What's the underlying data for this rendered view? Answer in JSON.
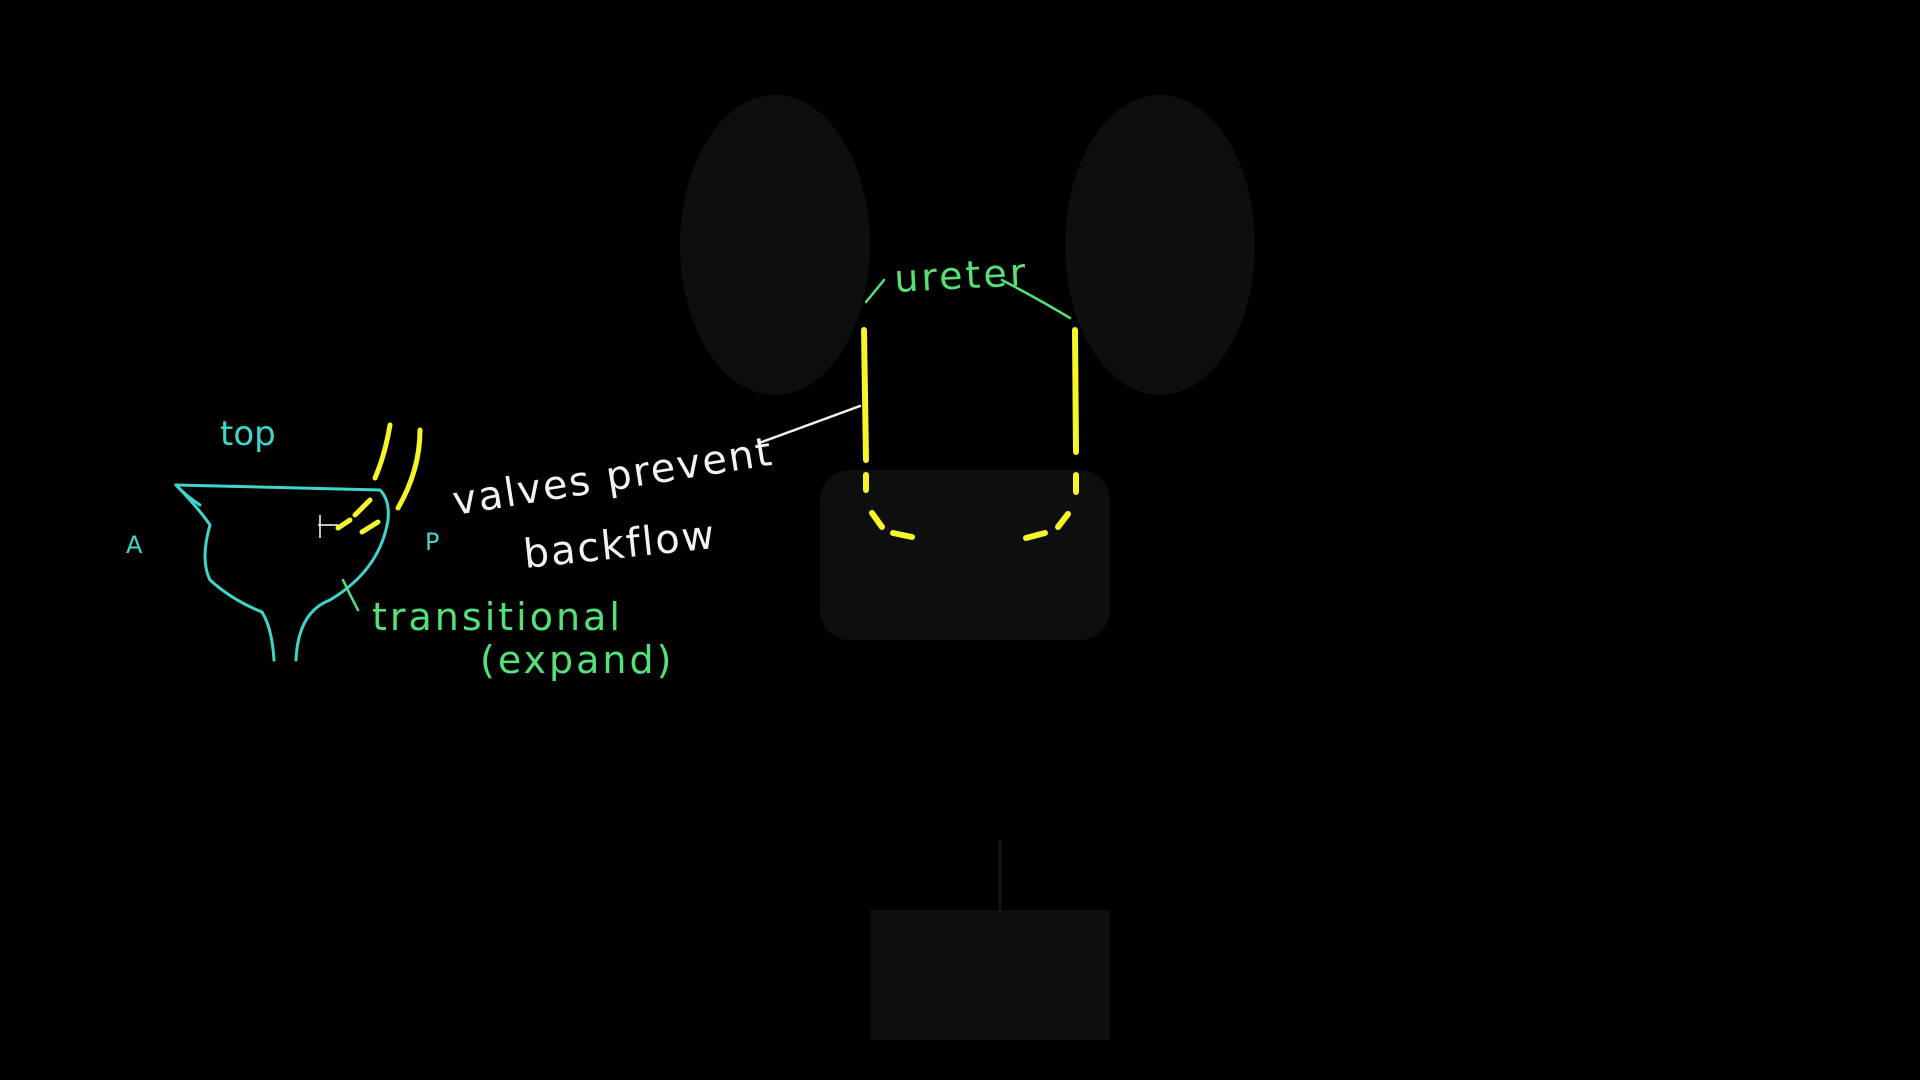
{
  "canvas": {
    "background": "#000000"
  },
  "colors": {
    "bladder_outline": "#3ed6cc",
    "ureter": "#f5f52a",
    "green_labels": "#55e07a",
    "white_labels": "#f2f2f2",
    "ghost_sketch": "#0e0e0e"
  },
  "labels": {
    "top": "top",
    "anterior": "A",
    "posterior": "P",
    "valves_line1": "valves prevent",
    "valves_line2": "backflow",
    "transitional_line1": "transitional",
    "transitional_line2": "(expand)",
    "ureter": "ureter"
  },
  "icons": {
    "cursor": "crosshair-cursor-icon"
  }
}
